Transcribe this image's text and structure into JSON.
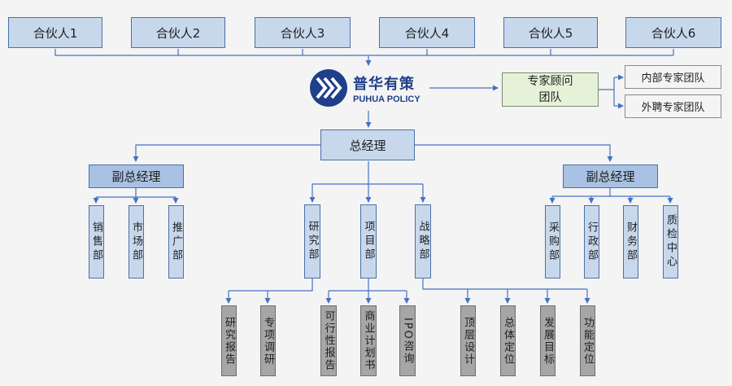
{
  "partners": [
    "合伙人1",
    "合伙人2",
    "合伙人3",
    "合伙人4",
    "合伙人5",
    "合伙人6"
  ],
  "logo": {
    "name_cn": "普华有策",
    "name_en": "PUHUA POLICY",
    "color": "#1f3f8a"
  },
  "expert_team": {
    "line1": "专家顾问",
    "line2": "团队"
  },
  "expert_subteams": [
    "内部专家团队",
    "外聘专家团队"
  ],
  "general_manager": "总经理",
  "deputy_left": {
    "title": "副总经理",
    "departments": [
      "销售部",
      "市场部",
      "推广部"
    ]
  },
  "center_departments": [
    {
      "name": "研究部",
      "subunits": [
        "研究报告",
        "专项调研"
      ]
    },
    {
      "name": "项目部",
      "subunits": [
        "可行性报告",
        "商业计划书",
        "IPO咨询"
      ]
    },
    {
      "name": "战略部",
      "subunits": [
        "顶层设计",
        "总体定位",
        "发展目标",
        "功能定位"
      ]
    }
  ],
  "deputy_right": {
    "title": "副总经理",
    "departments": [
      "采购部",
      "行政部",
      "财务部",
      "质检中心"
    ]
  },
  "colors": {
    "connector": "#4472c4",
    "partner_fill": "#c8d8ec",
    "deputy_fill": "#a9c1e2",
    "subunit_fill": "#a6a6a6",
    "expert_fill": "#e6f2d8"
  }
}
